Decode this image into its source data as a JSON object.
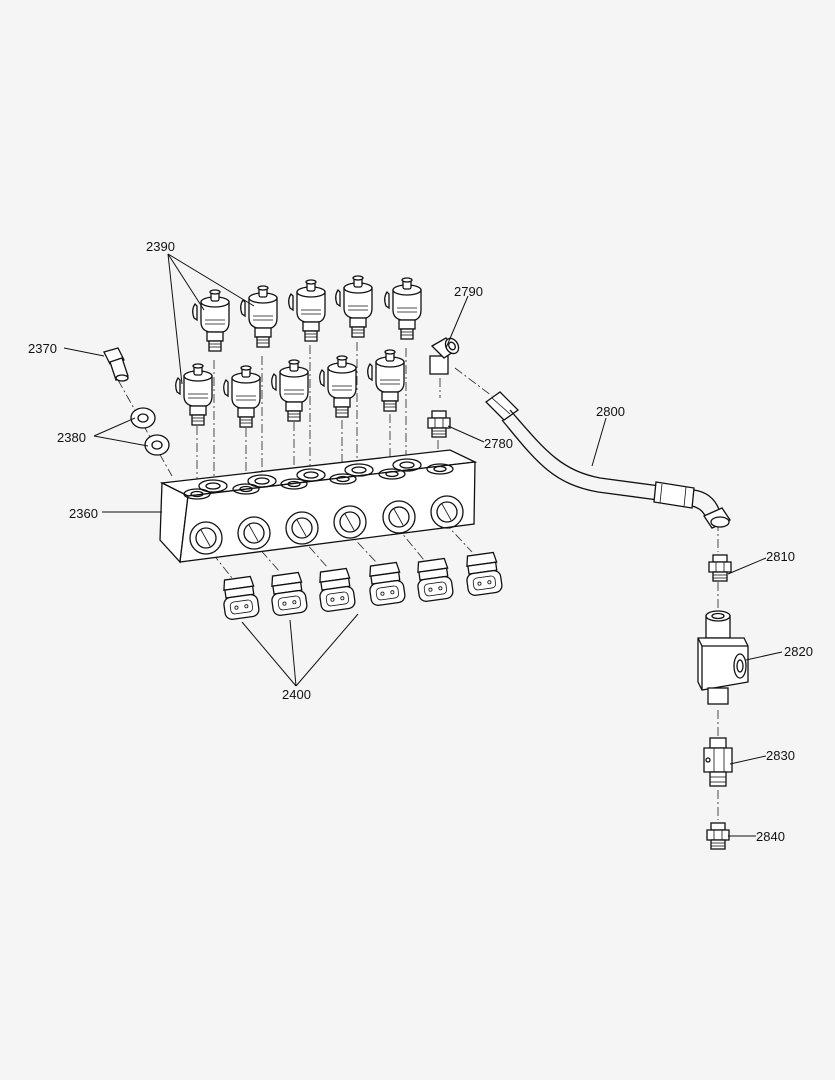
{
  "callouts": {
    "c2360": "2360",
    "c2370": "2370",
    "c2380": "2380",
    "c2390": "2390",
    "c2400": "2400",
    "c2780": "2780",
    "c2790": "2790",
    "c2800": "2800",
    "c2810": "2810",
    "c2820": "2820",
    "c2830": "2830",
    "c2840": "2840"
  },
  "colors": {
    "background": "#f5f5f5",
    "line": "#111111"
  }
}
